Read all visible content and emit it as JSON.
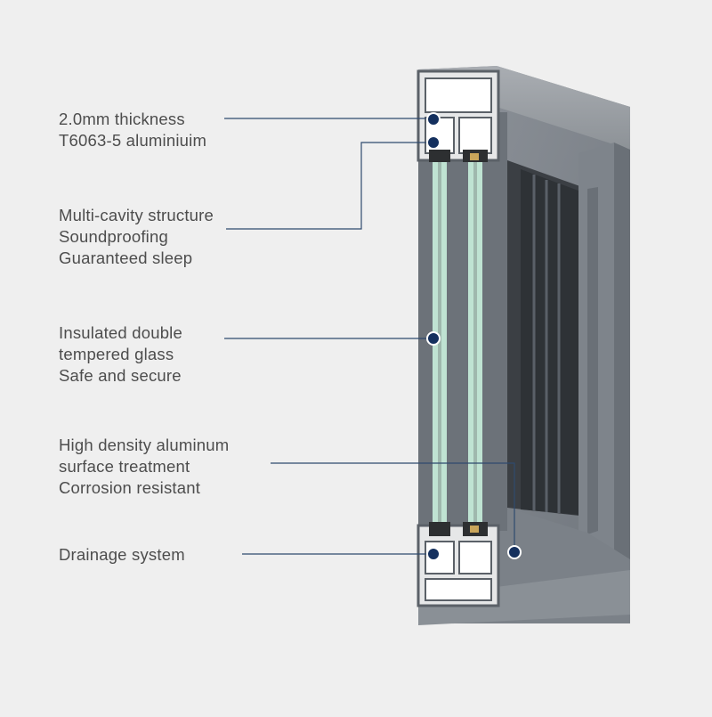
{
  "colors": {
    "background": "#efefef",
    "text": "#4d4d4d",
    "leader_line": "#2f4a6e",
    "marker_dot": "#14305e",
    "frame_front": "#7d838b",
    "frame_side": "#8b9097",
    "glass": "#bfe3d2"
  },
  "callouts": [
    {
      "id": "thickness",
      "lines": [
        "2.0mm thickness",
        "T6063-5 aluminiuim"
      ]
    },
    {
      "id": "cavity",
      "lines": [
        "Multi-cavity structure",
        "Soundproofing",
        "Guaranteed sleep"
      ]
    },
    {
      "id": "glass",
      "lines": [
        "Insulated double",
        "tempered glass",
        "Safe and secure"
      ]
    },
    {
      "id": "surface",
      "lines": [
        "High density aluminum",
        "surface treatment",
        "Corrosion resistant"
      ]
    },
    {
      "id": "drainage",
      "lines": [
        "Drainage system"
      ]
    }
  ]
}
